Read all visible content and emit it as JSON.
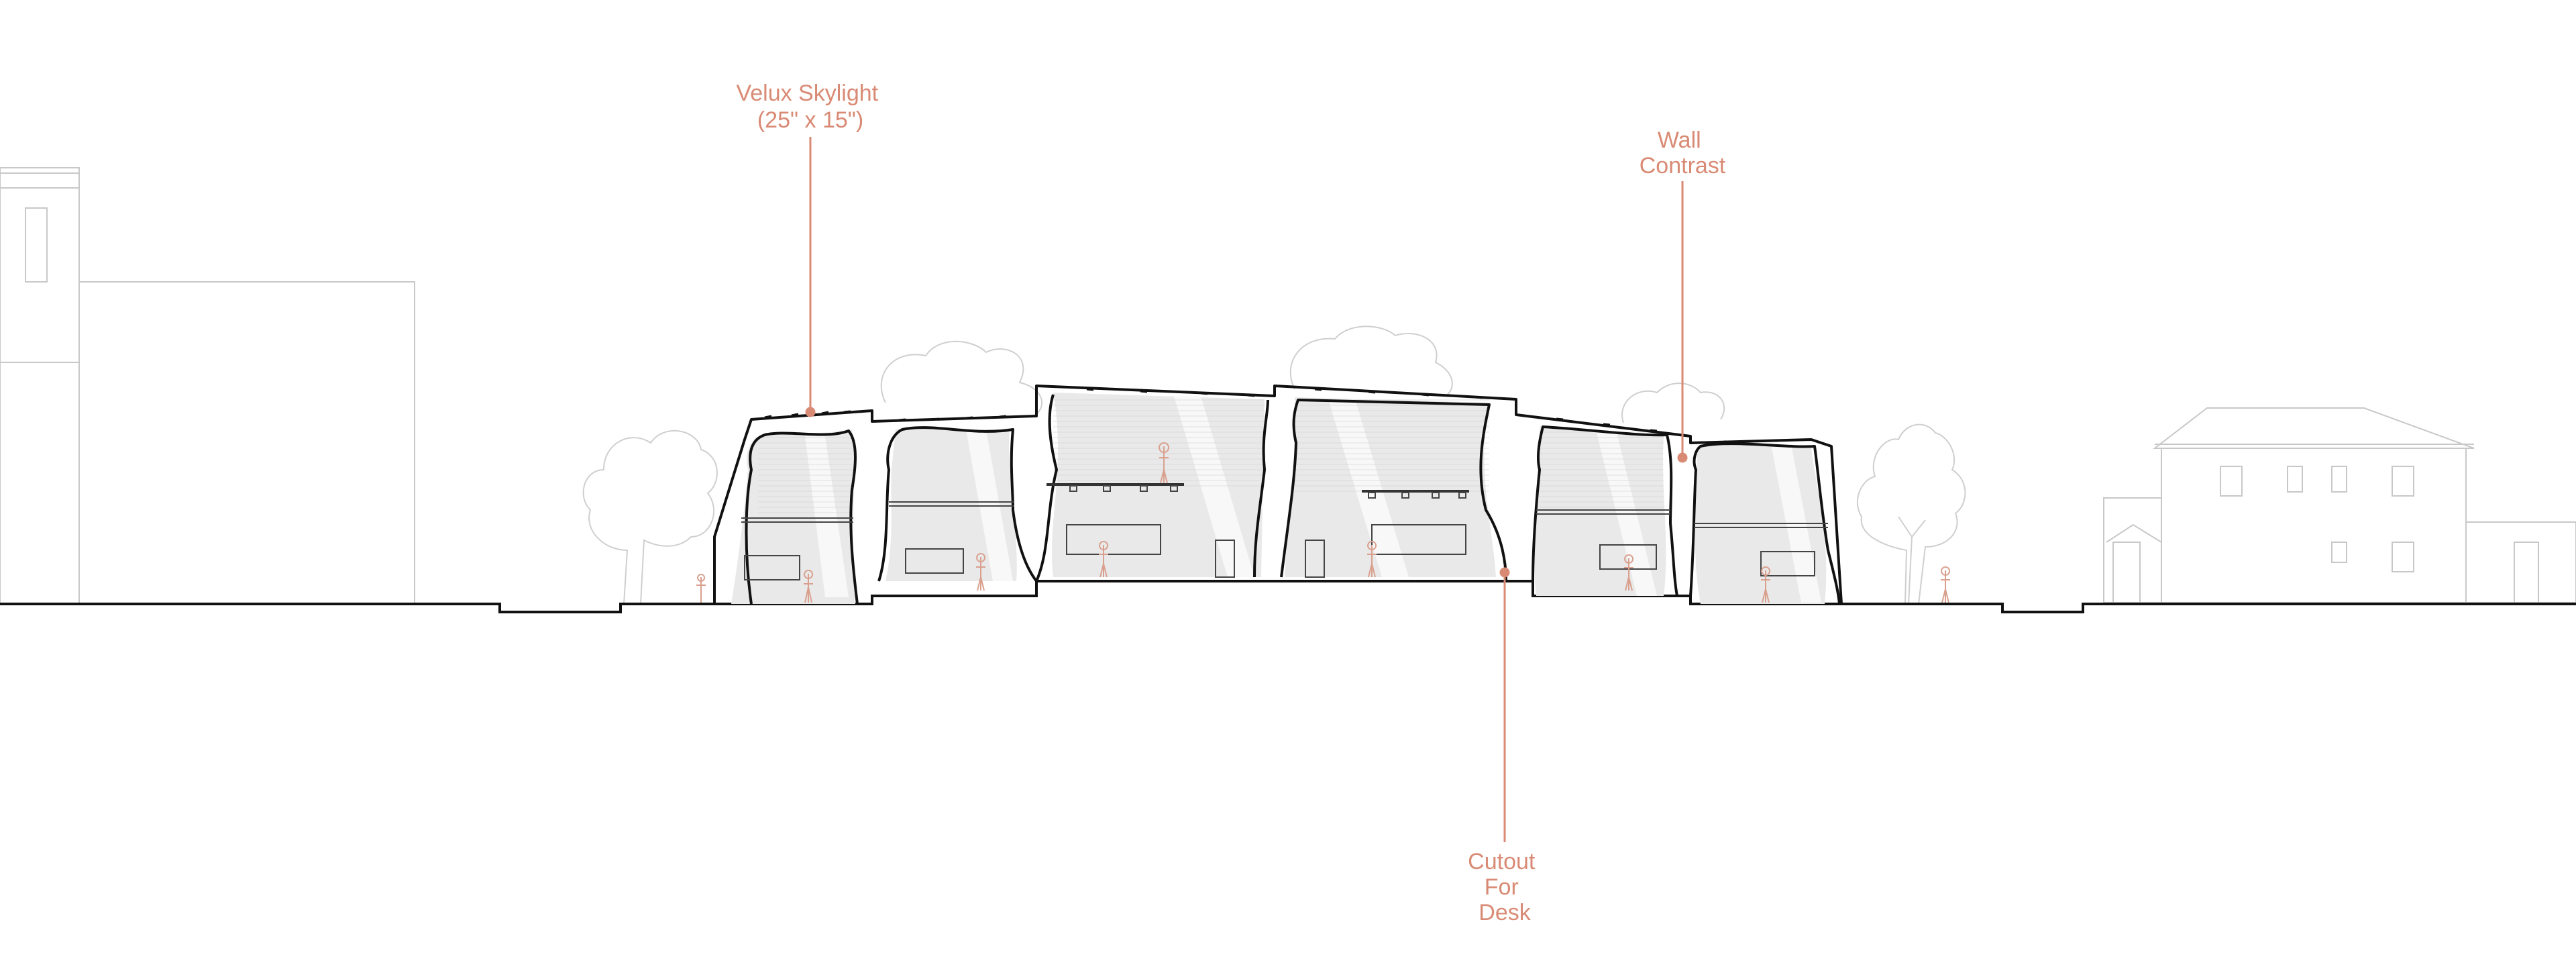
{
  "annotations": [
    {
      "id": "skylight",
      "lines": [
        "Velux Skylight",
        "(25\" x 15\")"
      ]
    },
    {
      "id": "wall",
      "lines": [
        "Wall",
        "Contrast"
      ]
    },
    {
      "id": "desk",
      "lines": [
        "Cutout",
        "For",
        "Desk"
      ]
    }
  ],
  "colors": {
    "annotation": "#d98a74",
    "section_line": "#111111",
    "context_line": "#c8c8c8",
    "interior_fill": "#e6e6e6"
  }
}
